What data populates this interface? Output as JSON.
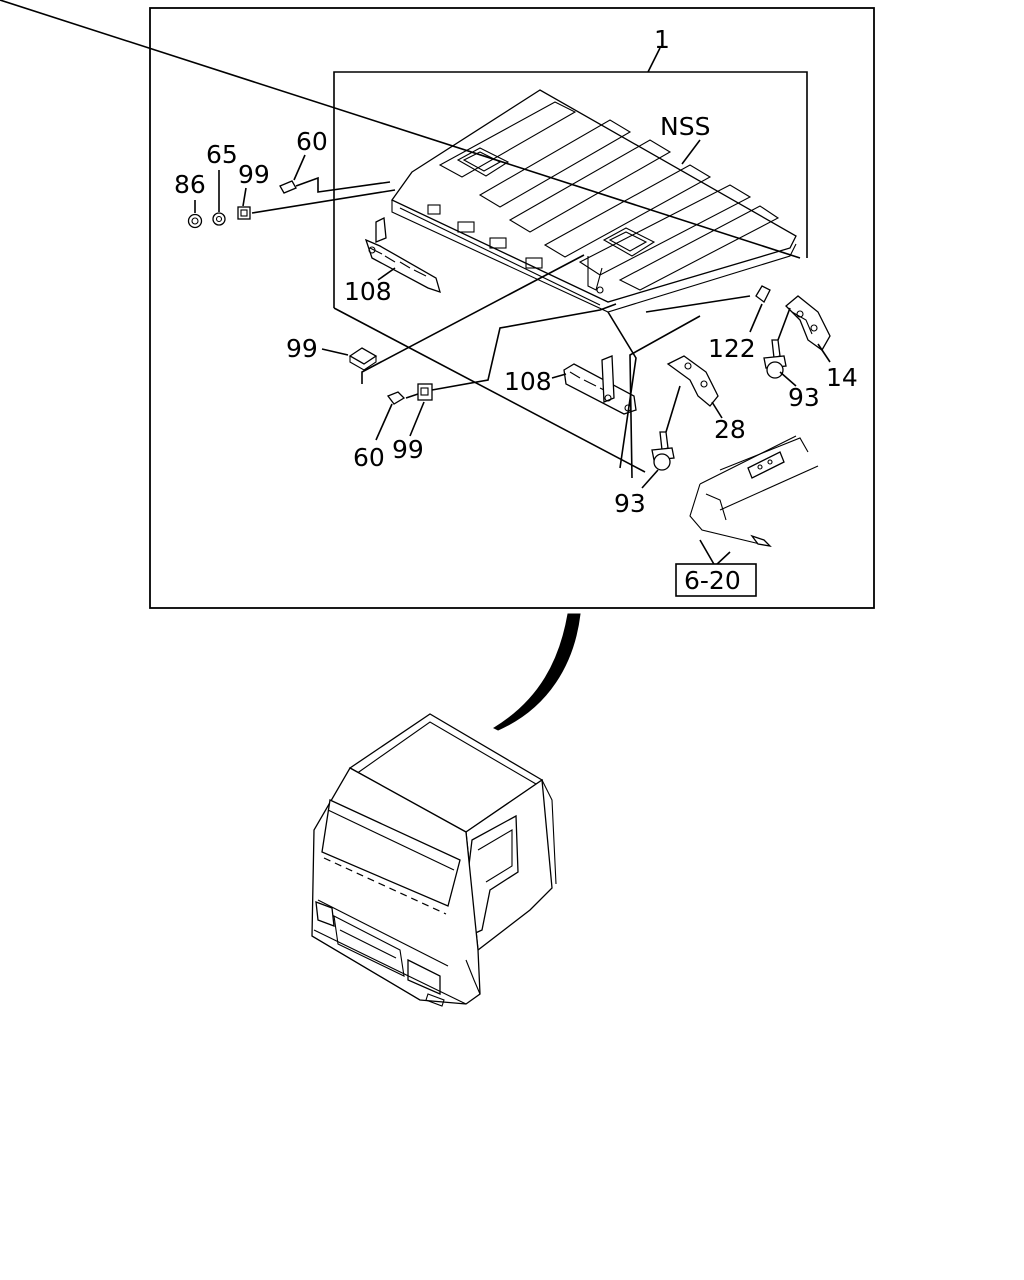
{
  "diagram": {
    "assembly_label": "1",
    "labels": {
      "nss": "NSS",
      "p86": "86",
      "p65": "65",
      "p99_top": "99",
      "p60_top": "60",
      "p108_left": "108",
      "p99_left": "99",
      "p60_bottom": "60",
      "p99_bottom": "99",
      "p108_right": "108",
      "p122": "122",
      "p14": "14",
      "p93_right": "93",
      "p28": "28",
      "p93_bottom": "93"
    },
    "reference_box": "6-20"
  }
}
